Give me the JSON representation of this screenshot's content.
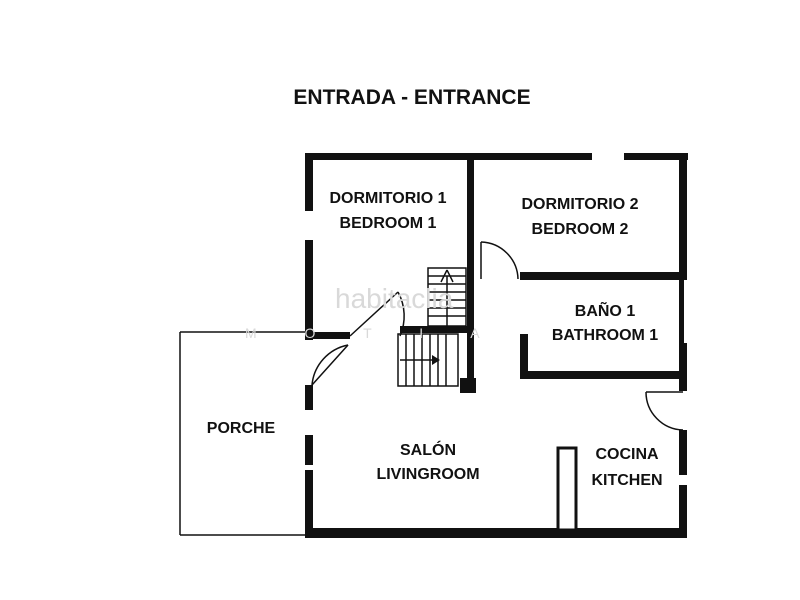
{
  "plan": {
    "title": "ENTRADA - ENTRANCE",
    "wall_color": "#111111",
    "watermark": {
      "brand": "habitaclia",
      "sub": "M O T I A"
    },
    "rooms": {
      "bedroom1": {
        "line1": "DORMITORIO 1",
        "line2": "BEDROOM 1"
      },
      "bedroom2": {
        "line1": "DORMITORIO 2",
        "line2": "BEDROOM 2"
      },
      "bathroom1": {
        "line1": "BAÑO 1",
        "line2": "BATHROOM 1"
      },
      "porch": {
        "line1": "PORCHE"
      },
      "living": {
        "line1": "SALÓN",
        "line2": "LIVINGROOM"
      },
      "kitchen": {
        "line1": "COCINA",
        "line2": "KITCHEN"
      }
    }
  }
}
